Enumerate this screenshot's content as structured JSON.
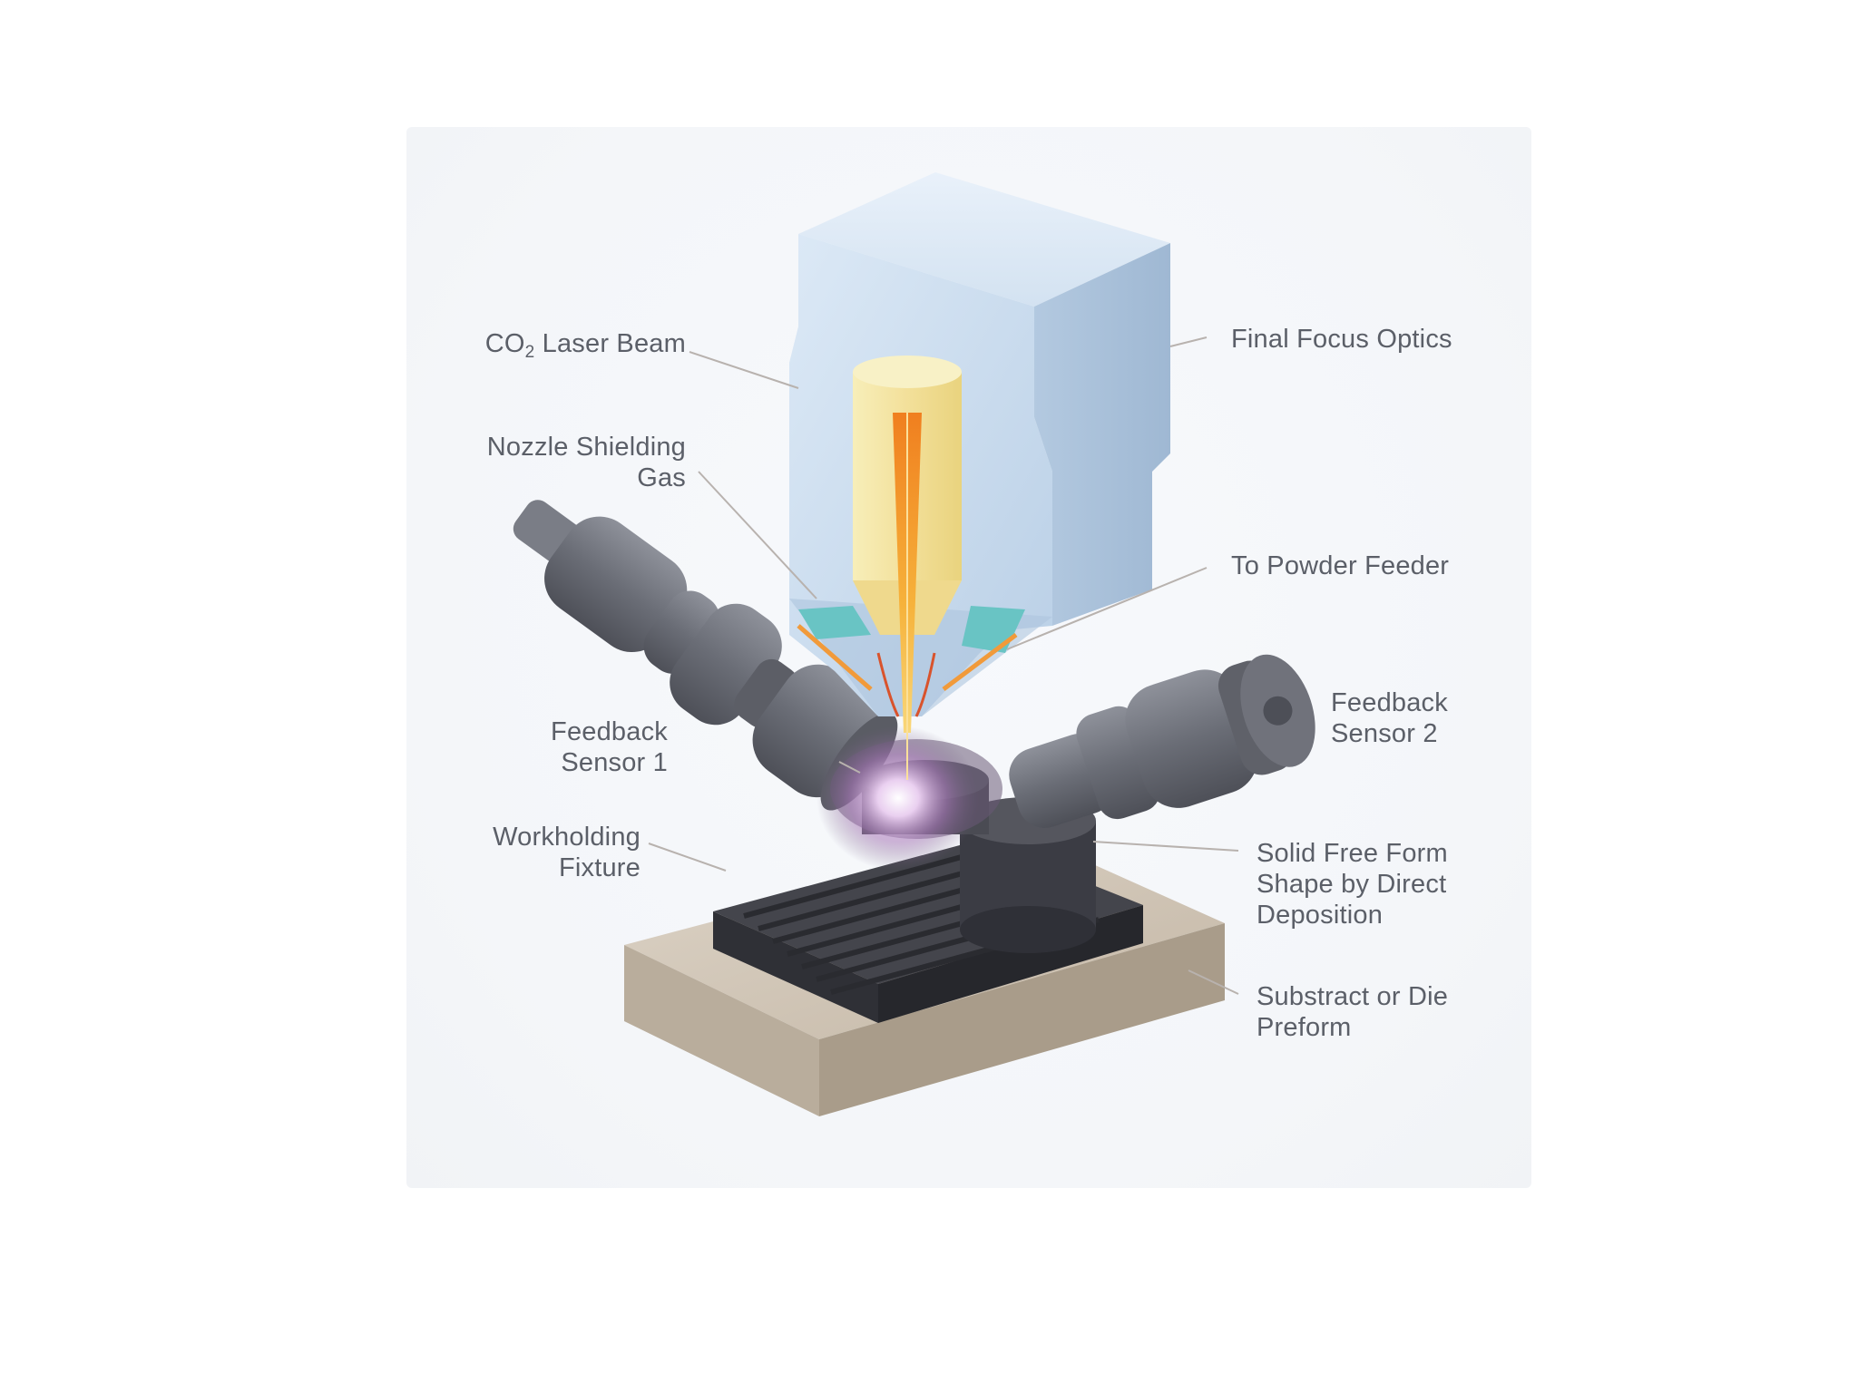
{
  "labels": {
    "co2_laser_beam": {
      "prefix": "CO",
      "subscript": "2",
      "suffix": " Laser Beam"
    },
    "final_focus_optics": "Final Focus Optics",
    "nozzle_shielding_gas": "Nozzle Shielding\nGas",
    "to_powder_feeder": "To Powder Feeder",
    "feedback_sensor_1": "Feedback\nSensor 1",
    "feedback_sensor_2": "Feedback\nSensor 2",
    "workholding_fixture": "Workholding\nFixture",
    "solid_free_form": "Solid Free Form\nShape by Direct\nDeposition",
    "substract_or_die": "Substract or Die\nPreform"
  },
  "colors": {
    "optics_housing": "#cfe0f1",
    "laser_core": "#f2a93a",
    "lens_tube": "#f6ecb2",
    "sensor_body": "#6d7079",
    "fixture": "#3a3b42",
    "substrate": "#cbbfb0",
    "plasma_glow": "#e9c9f2",
    "leader_lines": "#b8b2ae"
  }
}
